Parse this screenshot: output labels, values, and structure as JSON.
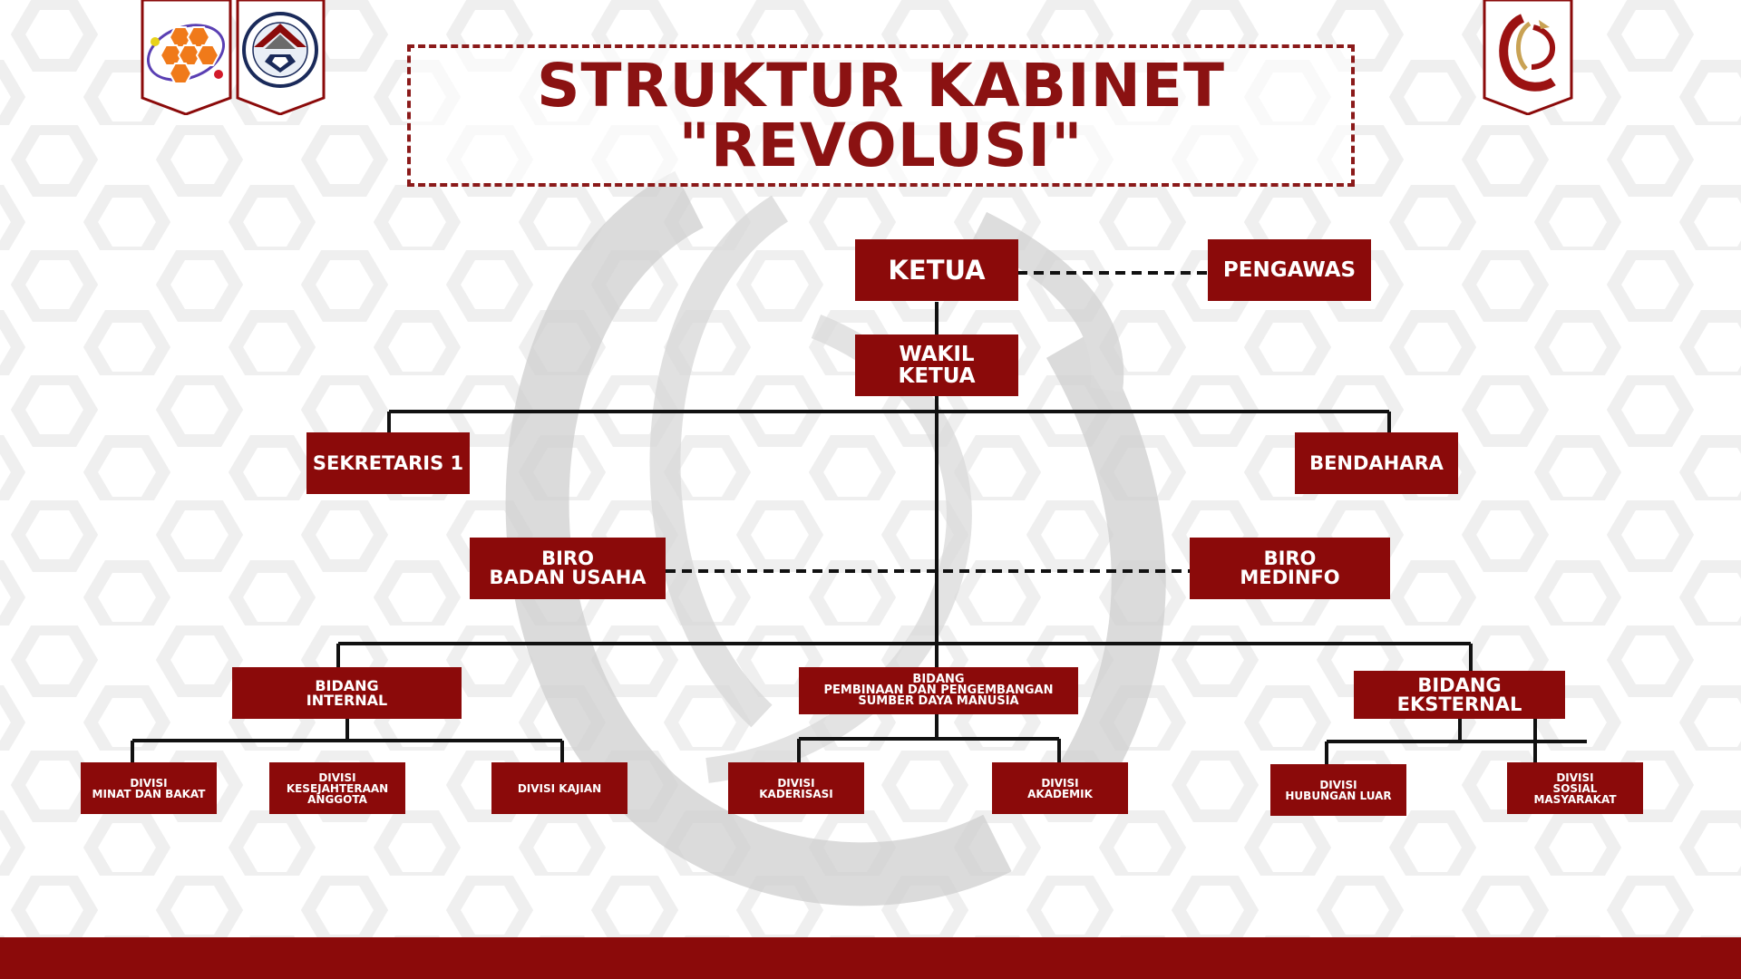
{
  "title": {
    "line1": "STRUKTUR KABINET",
    "line2": "\"REVOLUSI\""
  },
  "colors": {
    "primary": "#8b0a0a",
    "title": "#8b1212",
    "line": "#111111",
    "frame": "#8b1a1a"
  },
  "logos": {
    "left1": "hexagon-molecule-logo-icon",
    "left2": "student-association-emblem-icon",
    "right": "phoenix-emblem-icon"
  },
  "nodes": {
    "ketua": "KETUA",
    "pengawas": "PENGAWAS",
    "wakil_ketua": "WAKIL\nKETUA",
    "sekretaris": "SEKRETARIS 1",
    "bendahara": "BENDAHARA",
    "biro_badan_usaha": "BIRO\nBADAN USAHA",
    "biro_medinfo": "BIRO\nMEDINFO",
    "bidang_internal": "BIDANG\nINTERNAL",
    "bidang_psdm": "BIDANG\nPEMBINAAN DAN PENGEMBANGAN\nSUMBER DAYA MANUSIA",
    "bidang_eksternal": "BIDANG\nEKSTERNAL",
    "divisi_minat_bakat": "DIVISI\nMINAT DAN BAKAT",
    "divisi_kesejahteraan": "DIVISI\nKESEJAHTERAAN\nANGGOTA",
    "divisi_kajian": "DIVISI KAJIAN",
    "divisi_kaderisasi": "DIVISI\nKADERISASI",
    "divisi_akademik": "DIVISI\nAKADEMIK",
    "divisi_hubungan_luar": "DIVISI\nHUBUNGAN LUAR",
    "divisi_sosial_masyarakat": "DIVISI\nSOSIAL\nMASYARAKAT"
  }
}
